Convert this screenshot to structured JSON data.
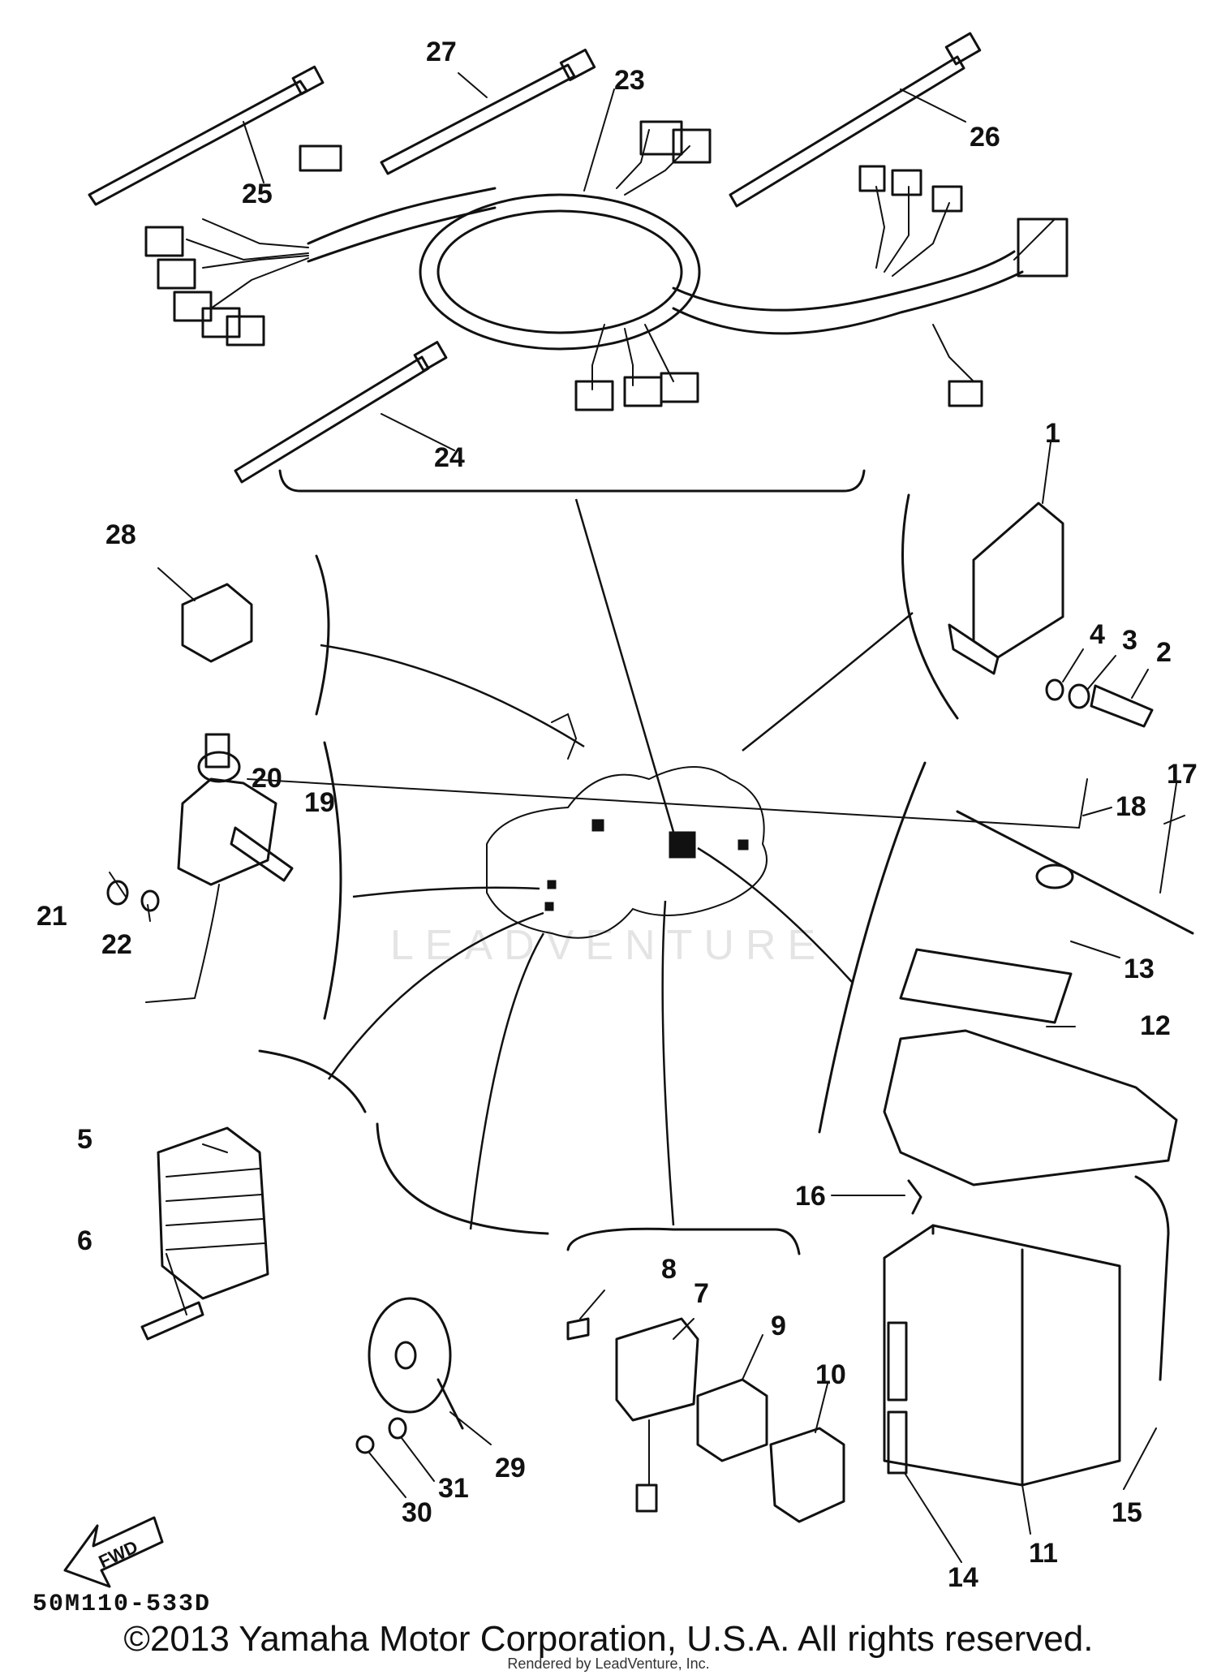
{
  "diagram": {
    "callouts": [
      "1",
      "2",
      "3",
      "4",
      "5",
      "6",
      "7",
      "8",
      "9",
      "10",
      "11",
      "12",
      "13",
      "14",
      "15",
      "16",
      "17",
      "18",
      "19",
      "20",
      "21",
      "22",
      "23",
      "24",
      "25",
      "26",
      "27",
      "28",
      "29",
      "30",
      "31"
    ],
    "direction_label": "FWD",
    "code": "50M110-533D",
    "copyright": "©2013 Yamaha Motor Corporation, U.S.A. All rights reserved.",
    "rendered_by": "Rendered by LeadVenture, Inc.",
    "watermark": "LEADVENTURE"
  }
}
